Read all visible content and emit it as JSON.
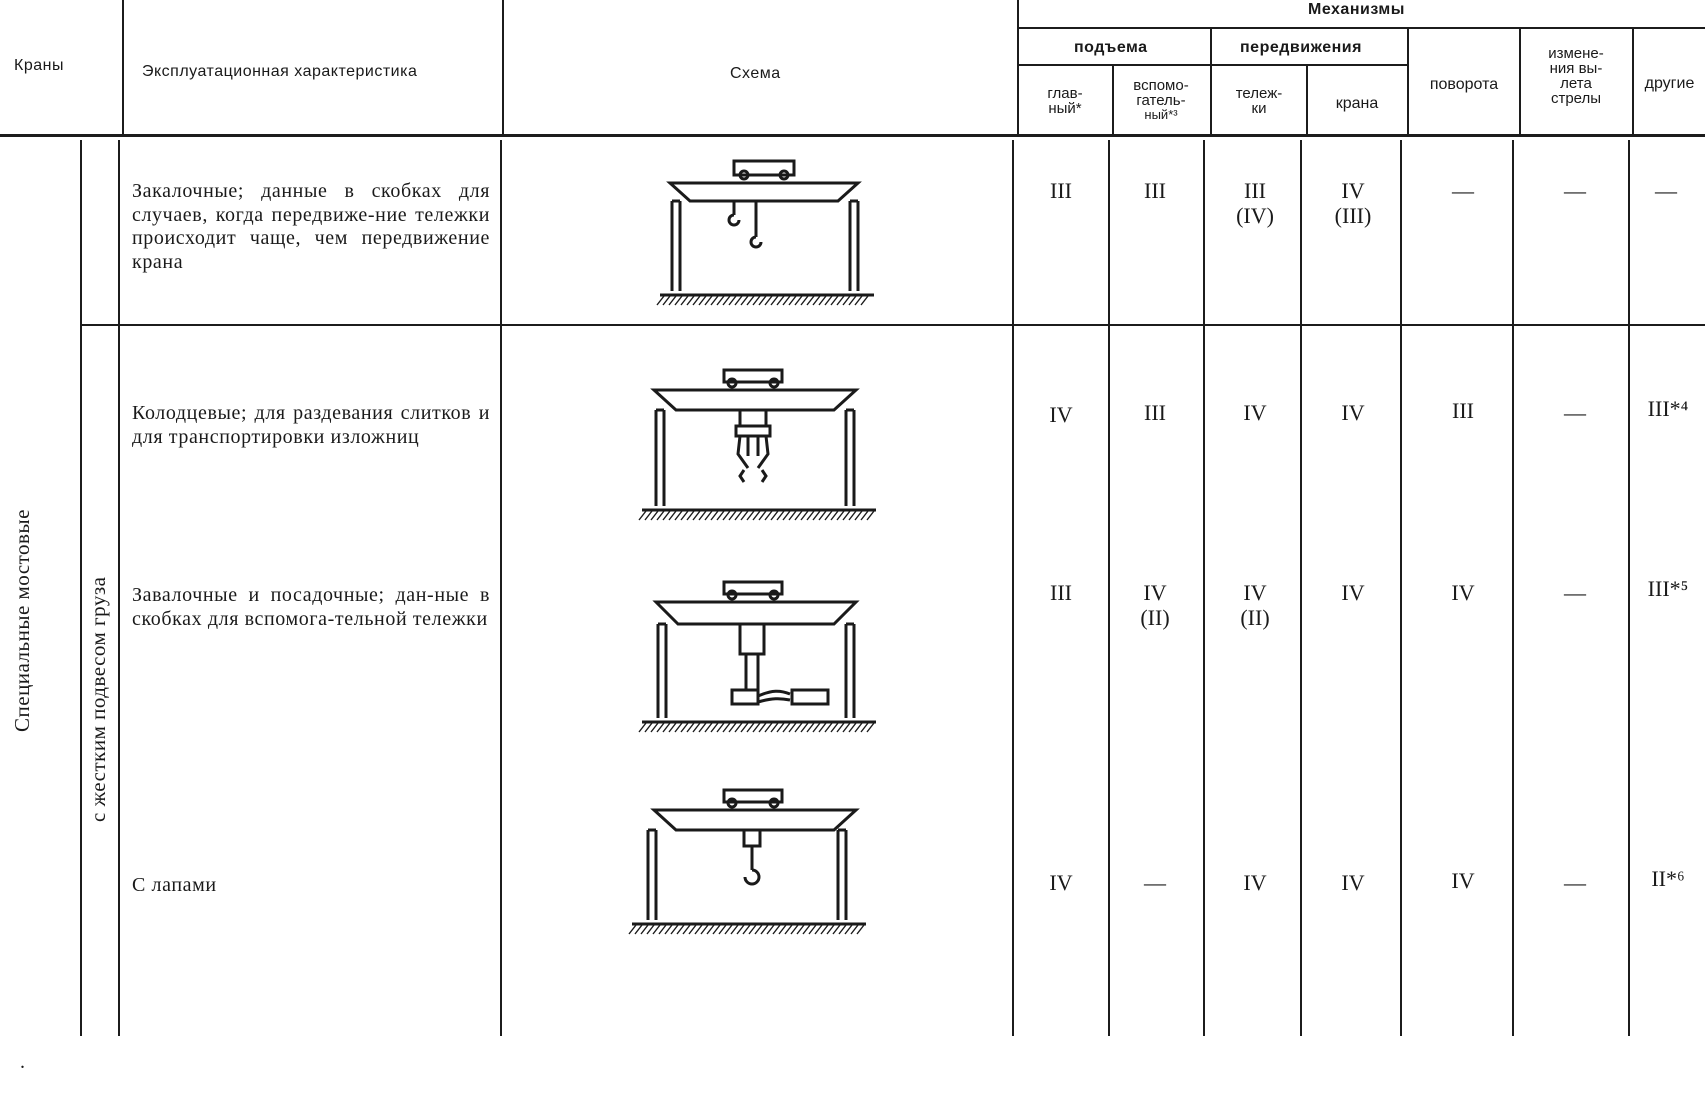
{
  "header": {
    "cranes": "Краны",
    "characteristic": "Эксплуатационная характеристика",
    "scheme": "Схема",
    "mechanisms": "Механизмы",
    "lifting": "подъема",
    "travel": "передвижения",
    "main": [
      "глав-",
      "ный*"
    ],
    "auxiliary": [
      "вспомо-",
      "гатель-",
      "ный*³"
    ],
    "trolley": [
      "тележ-",
      "ки"
    ],
    "crane": "крана",
    "slewing": "поворота",
    "reach": [
      "измене-",
      "ния вы-",
      "лета",
      "стрелы"
    ],
    "other": "другие"
  },
  "group": {
    "type": "Специальные мостовые",
    "suspension": "с жестким подвесом груза"
  },
  "rows": [
    {
      "description": "Закалочные; данные в скобках для случаев, когда передвиже-ние тележки происходит чаще, чем передвижение крана",
      "main": "III",
      "auxiliary": "III",
      "trolley": [
        "III",
        "(IV)"
      ],
      "crane": [
        "IV",
        "(III)"
      ],
      "slewing": "—",
      "reach": "—",
      "other": "—",
      "scheme_icon": "hardening-crane-icon"
    },
    {
      "description": "Колодцевые; для раздевания слитков и для транспортировки изложниц",
      "main": "IV",
      "auxiliary": "III",
      "trolley": [
        "IV"
      ],
      "crane": [
        "IV"
      ],
      "slewing": "III",
      "reach": "—",
      "other": "III*⁴",
      "scheme_icon": "soaking-pit-crane-icon"
    },
    {
      "description": "Завалочные и посадочные; дан-ные в скобках для вспомога-тельной тележки",
      "main": "III",
      "auxiliary": [
        "IV",
        "(II)"
      ],
      "trolley": [
        "IV",
        "(II)"
      ],
      "crane": [
        "IV"
      ],
      "slewing": "IV",
      "reach": "—",
      "other": "III*⁵",
      "scheme_icon": "charging-crane-icon"
    },
    {
      "description": "С лапами",
      "main": "IV",
      "auxiliary": "—",
      "trolley": [
        "IV"
      ],
      "crane": [
        "IV"
      ],
      "slewing": "IV",
      "reach": "—",
      "other": "II*⁶",
      "scheme_icon": "claw-crane-icon"
    }
  ],
  "footer_mark": "."
}
